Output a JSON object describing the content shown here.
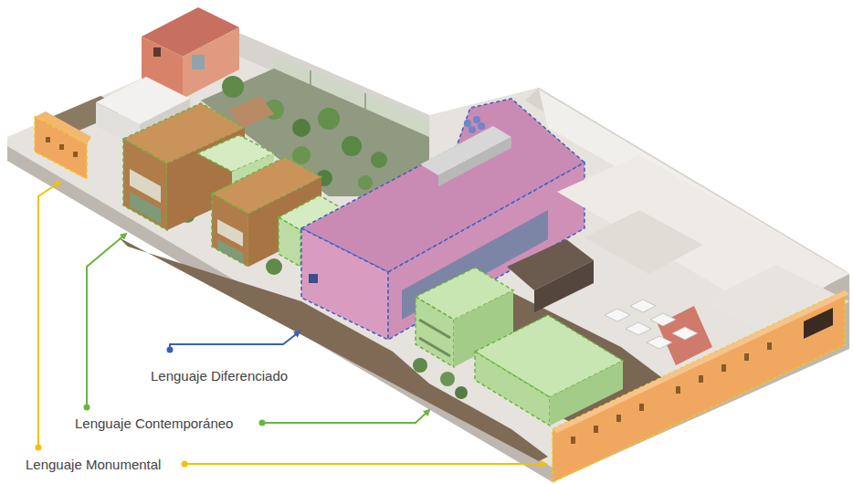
{
  "diagram": {
    "labels": [
      "Lenguaje Diferenciado",
      "Lenguaje Contemporáneo",
      "Lenguaje Monumental"
    ]
  }
}
